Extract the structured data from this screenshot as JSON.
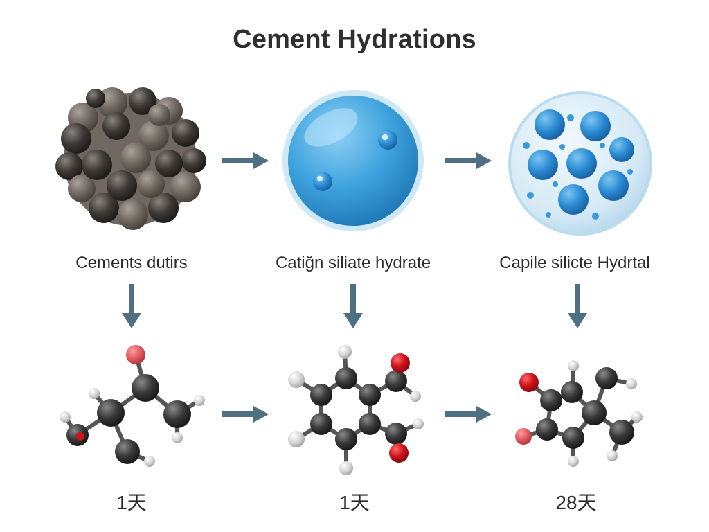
{
  "title": "Cement Hydrations",
  "stages": [
    {
      "label": "Cements dutirs",
      "day": "1天"
    },
    {
      "label": "Catiğn siliate hydrate",
      "day": "1天"
    },
    {
      "label": "Capile silicte Hydrtal",
      "day": "28天"
    }
  ],
  "colors": {
    "arrow": "#4f6f82",
    "cement_particle": "#4a4540",
    "water_blue": "#3a9ad9",
    "gel_light": "#d4eaf5",
    "atom_carbon": "#333333",
    "atom_oxygen": "#d0121b",
    "atom_hydrogen": "#cccccc"
  }
}
